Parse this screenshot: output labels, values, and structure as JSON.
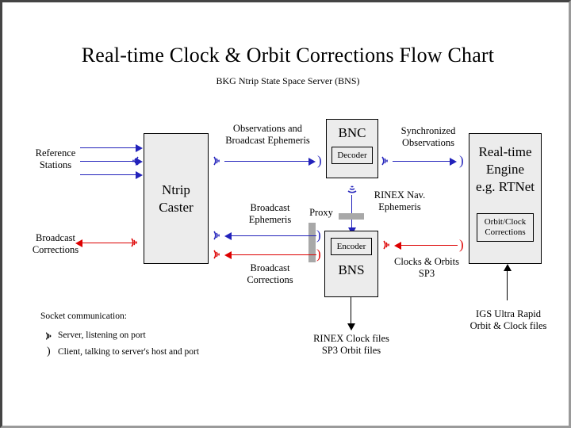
{
  "page": {
    "title": "Real-time Clock & Orbit Corrections Flow Chart",
    "subtitle": "BKG Ntrip State Space Server  (BNS)"
  },
  "colors": {
    "blue": "#2222bb",
    "red": "#dd0000",
    "black": "#000000",
    "box_fill": "#ececec",
    "proxy_gray": "#a8a8a8",
    "frame_dark": "#444444",
    "frame_light": "#9a9a9a"
  },
  "nodes": {
    "reference_stations": {
      "label": "Reference\nStations"
    },
    "broadcast_corrections_out": {
      "label": "Broadcast\nCorrections"
    },
    "ntrip_caster": {
      "title": "Ntrip\nCaster"
    },
    "bnc": {
      "title": "BNC",
      "sub": "Decoder"
    },
    "bns": {
      "title": "BNS",
      "sub": "Encoder"
    },
    "rt_engine": {
      "title": "Real-time\nEngine\ne.g. RTNet",
      "sub": "Orbit/Clock\nCorrections"
    },
    "proxy": {
      "label": "Proxy"
    }
  },
  "edges": {
    "observations": {
      "label": "Observations and\nBroadcast Ephemeris"
    },
    "synchronized": {
      "label": "Synchronized\nObservations"
    },
    "rinex_nav": {
      "label": "RINEX Nav.\nEphemeris"
    },
    "broadcast_ephemeris": {
      "label": "Broadcast\nEphemeris"
    },
    "broadcast_corrections": {
      "label": "Broadcast\nCorrections"
    },
    "clocks_orbits": {
      "label": "Clocks & Orbits\nSP3"
    },
    "rinex_clock_files": {
      "label": "RINEX Clock files\nSP3 Orbit files"
    },
    "igs_ultra_rapid": {
      "label": "IGS Ultra Rapid\nOrbit & Clock files"
    }
  },
  "legend": {
    "heading": "Socket communication:",
    "server_glyph": "server-antenna-icon",
    "server_text": "Server, listening on port",
    "client_glyph": "client-paren-icon",
    "client_text": "Client, talking to server's host and port"
  }
}
